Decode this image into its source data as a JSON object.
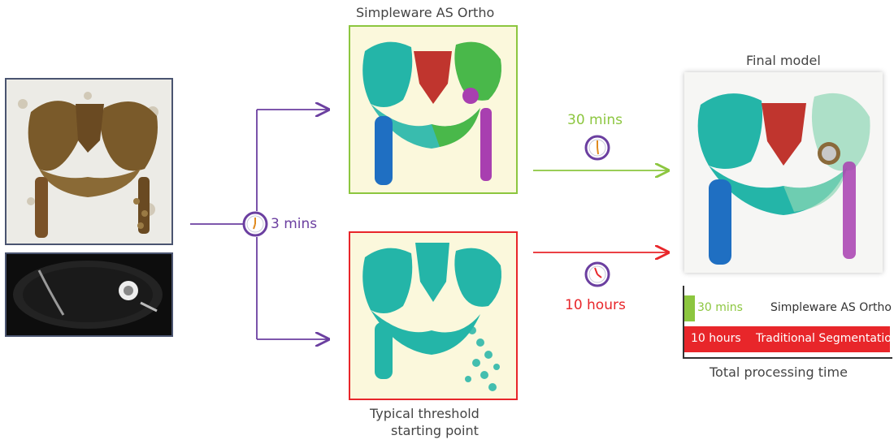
{
  "top_panel": {
    "title": "Simpleware AS Ortho"
  },
  "bottom_panel": {
    "title_line1": "Typical threshold",
    "title_line2": "starting point"
  },
  "final": {
    "title": "Final model"
  },
  "steps": {
    "initial": {
      "time": "3 mins",
      "color": "#6b3fa0"
    },
    "ortho": {
      "time": "30 mins",
      "color": "#8cc63f"
    },
    "threshold": {
      "time": "10 hours",
      "color": "#e8262a"
    }
  },
  "chart_data": {
    "type": "bar",
    "title": "",
    "xlabel": "Total processing time",
    "ylabel": "",
    "series": [
      {
        "category": "Simpleware AS Ortho",
        "value_label": "30 mins",
        "minutes": 30,
        "color": "#8cc63f"
      },
      {
        "category": "Traditional Segmentation",
        "value_label": "10 hours",
        "minutes": 600,
        "color": "#e8262a"
      }
    ]
  }
}
